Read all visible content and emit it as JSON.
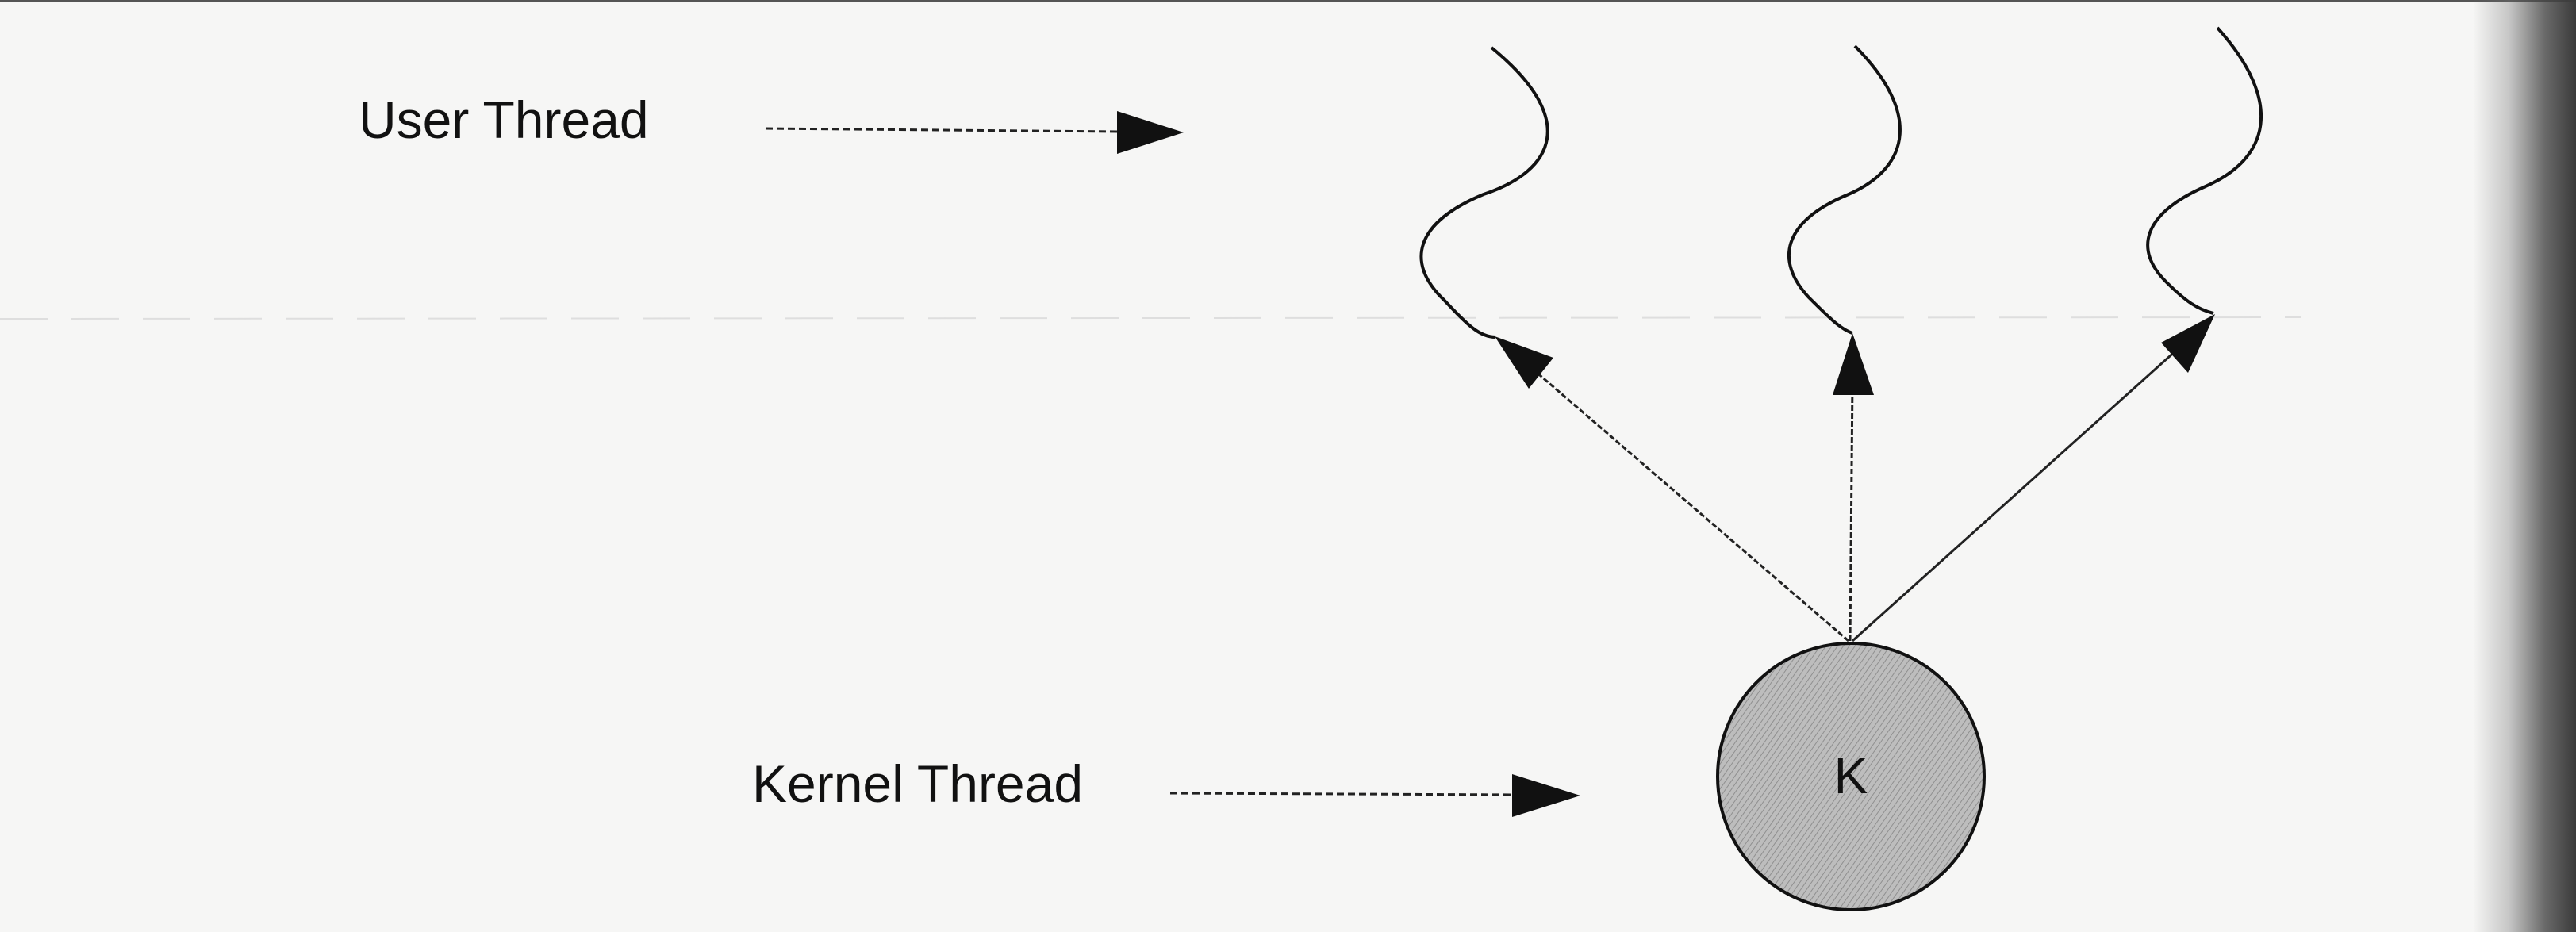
{
  "diagram": {
    "user_thread_label": "User Thread",
    "kernel_thread_label": "Kernel Thread",
    "kernel_node_label": "K",
    "user_thread_count": 3
  },
  "colors": {
    "ink": "#111111",
    "kernel_fill": "#b3b3b3",
    "paper": "#f6f6f5"
  }
}
